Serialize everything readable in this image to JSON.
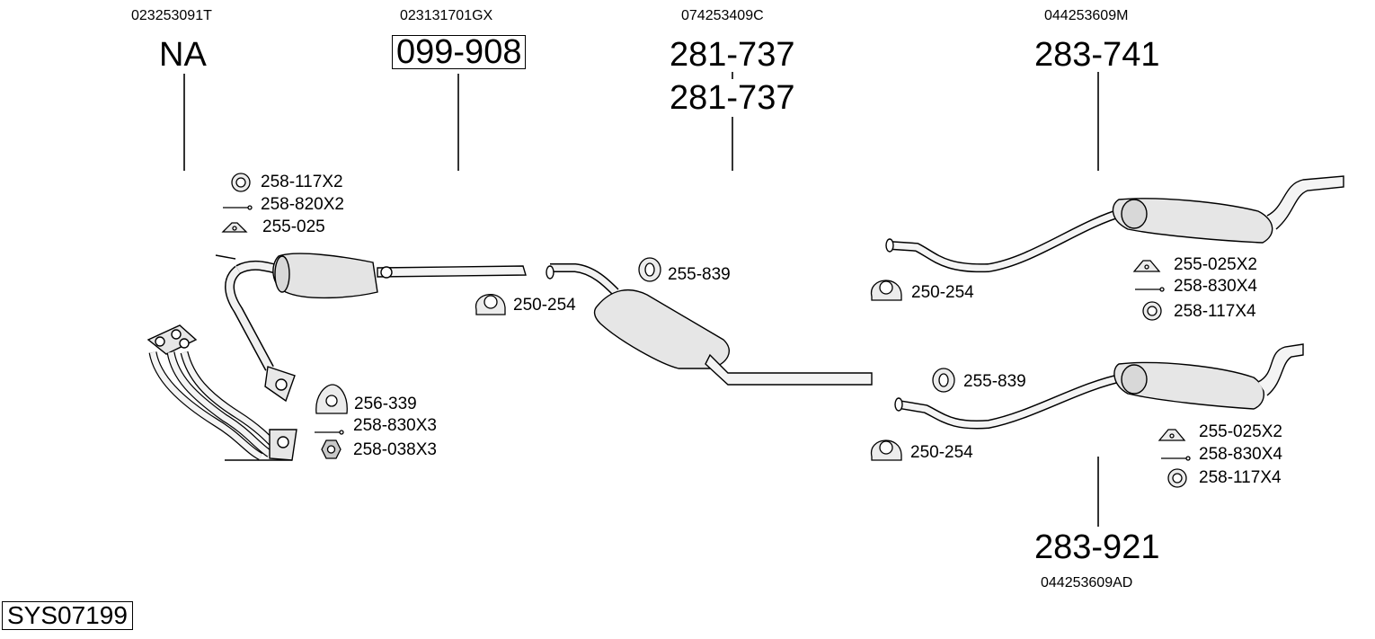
{
  "diagram": {
    "system_id": "SYS07199",
    "groups": [
      {
        "oem": "023253091T",
        "part": "NA",
        "accessories": []
      },
      {
        "oem": "023131701GX",
        "part": "099-908",
        "accessories": [
          "258-117X2",
          "258-820X2",
          "255-025",
          "250-254"
        ]
      },
      {
        "oem": "074253409C",
        "part": "281-737",
        "part_repeat": "281-737",
        "accessories": [
          "255-839"
        ]
      },
      {
        "oem": "044253609M",
        "part": "283-741",
        "accessories": [
          "250-254",
          "255-025X2",
          "258-830X4",
          "258-117X4"
        ]
      },
      {
        "oem": "044253609AD",
        "part": "283-921",
        "accessories": [
          "255-839",
          "250-254",
          "255-025X2",
          "258-830X4",
          "258-117X4"
        ]
      }
    ],
    "downpipe_accessories": [
      "256-339",
      "258-830X3",
      "258-038X3"
    ]
  }
}
